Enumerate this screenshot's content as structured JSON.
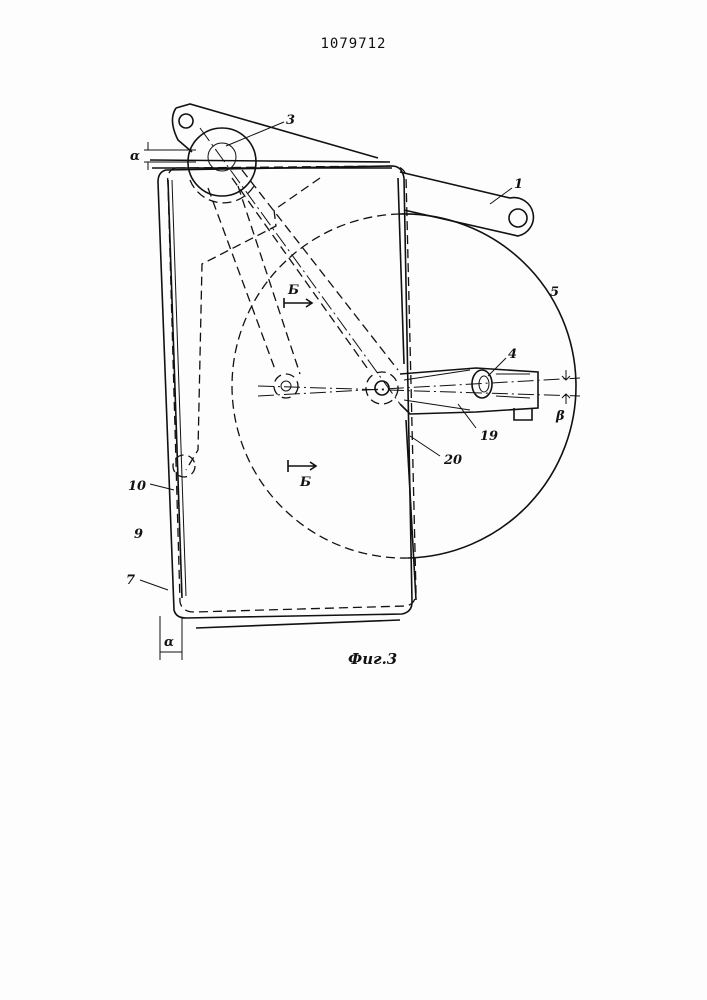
{
  "document": {
    "patent_number": "1079712",
    "figure_caption": "Фиг.3"
  },
  "labels": {
    "l1": "1",
    "l3": "3",
    "l4": "4",
    "l5": "5",
    "l7": "7",
    "l9": "9",
    "l10": "10",
    "l19": "19",
    "l20": "20",
    "section_b_top": "Б",
    "section_b_bottom": "Б",
    "alpha_top": "α",
    "alpha_bottom": "α",
    "beta_right": "β"
  }
}
